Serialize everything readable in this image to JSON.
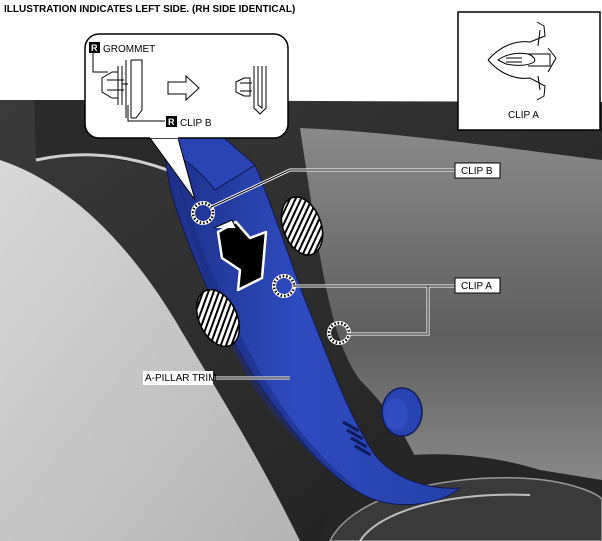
{
  "header": {
    "title": "ILLUSTRATION INDICATES LEFT SIDE. (RH SIDE IDENTICAL)"
  },
  "callouts": {
    "grommet": {
      "badge": "R",
      "label": "GROMMET"
    },
    "clip_b_inset": {
      "badge": "R",
      "label": "CLIP B"
    },
    "clip_a_inset": {
      "label": "CLIP A"
    }
  },
  "labels": {
    "clip_b": "CLIP B",
    "clip_a": "CLIP A",
    "a_pillar_trim": "A-PILLAR TRIM"
  },
  "colors": {
    "trim_blue": "#2b46b8",
    "trim_shadow": "#1a2c78",
    "dark_panel": "#2e2e2e",
    "headliner_grey": "#6e6e6e"
  }
}
